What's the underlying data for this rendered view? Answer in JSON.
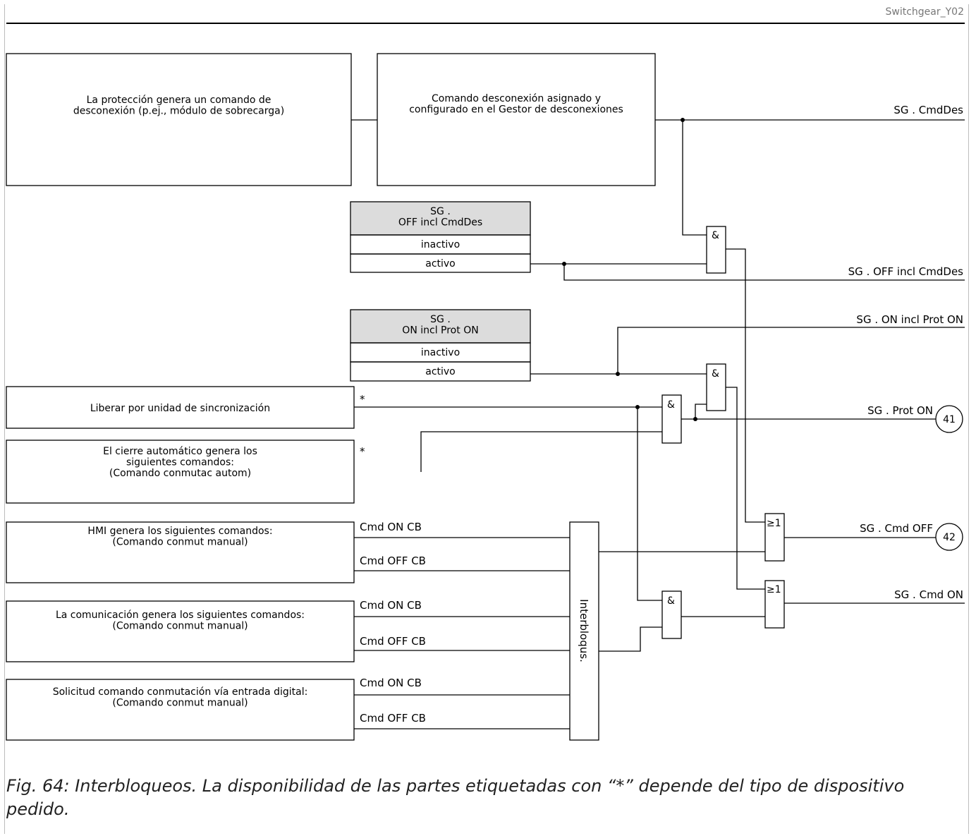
{
  "header": {
    "ref": "Switchgear_Y02"
  },
  "blocks": {
    "protection": "La protección genera un comando de\ndesconexión (p.ej., módulo de sobrecarga)",
    "trip_manager": "Comando desconexión asignado y\nconfigurado en el Gestor de desconexiones",
    "sync_release": "Liberar por unidad de sincronización",
    "auto_reclose": "El cierre automático genera los\nsiguientes comandos:\n\n(Comando conmutac autom)",
    "hmi": "HMI genera los siguientes comandos:\n\n\n(Comando conmut manual)",
    "communication": "La comunicación genera los siguientes comandos:\n\n\n(Comando conmut manual)",
    "digital_input": "Solicitud comando conmutación vía entrada digital:\n\n\n(Comando conmut manual)"
  },
  "param_off": {
    "title": "SG .\nOFF incl CmdDes",
    "options": [
      "inactivo",
      "activo"
    ]
  },
  "param_on": {
    "title": "SG .\nON incl Prot ON",
    "options": [
      "inactivo",
      "activo"
    ]
  },
  "asterisk": "*",
  "cmd": {
    "on": "Cmd ON CB",
    "off": "Cmd OFF CB"
  },
  "interlock": "Interbloqus.",
  "gates": {
    "and": "&",
    "or": "≥1"
  },
  "outputs": {
    "cmd_des": "SG . CmdDes",
    "off_incl": "SG . OFF incl CmdDes",
    "on_incl": "SG . ON incl Prot ON",
    "prot_on": "SG . Prot ON",
    "cmd_off": "SG . Cmd OFF",
    "cmd_on": "SG . Cmd ON"
  },
  "refs": {
    "prot_on": "41",
    "cmd_off": "42"
  },
  "caption": "Fig. 64: Interbloqueos. La disponibilidad de las partes etiquetadas con “*” depende del tipo de dispositivo pedido."
}
